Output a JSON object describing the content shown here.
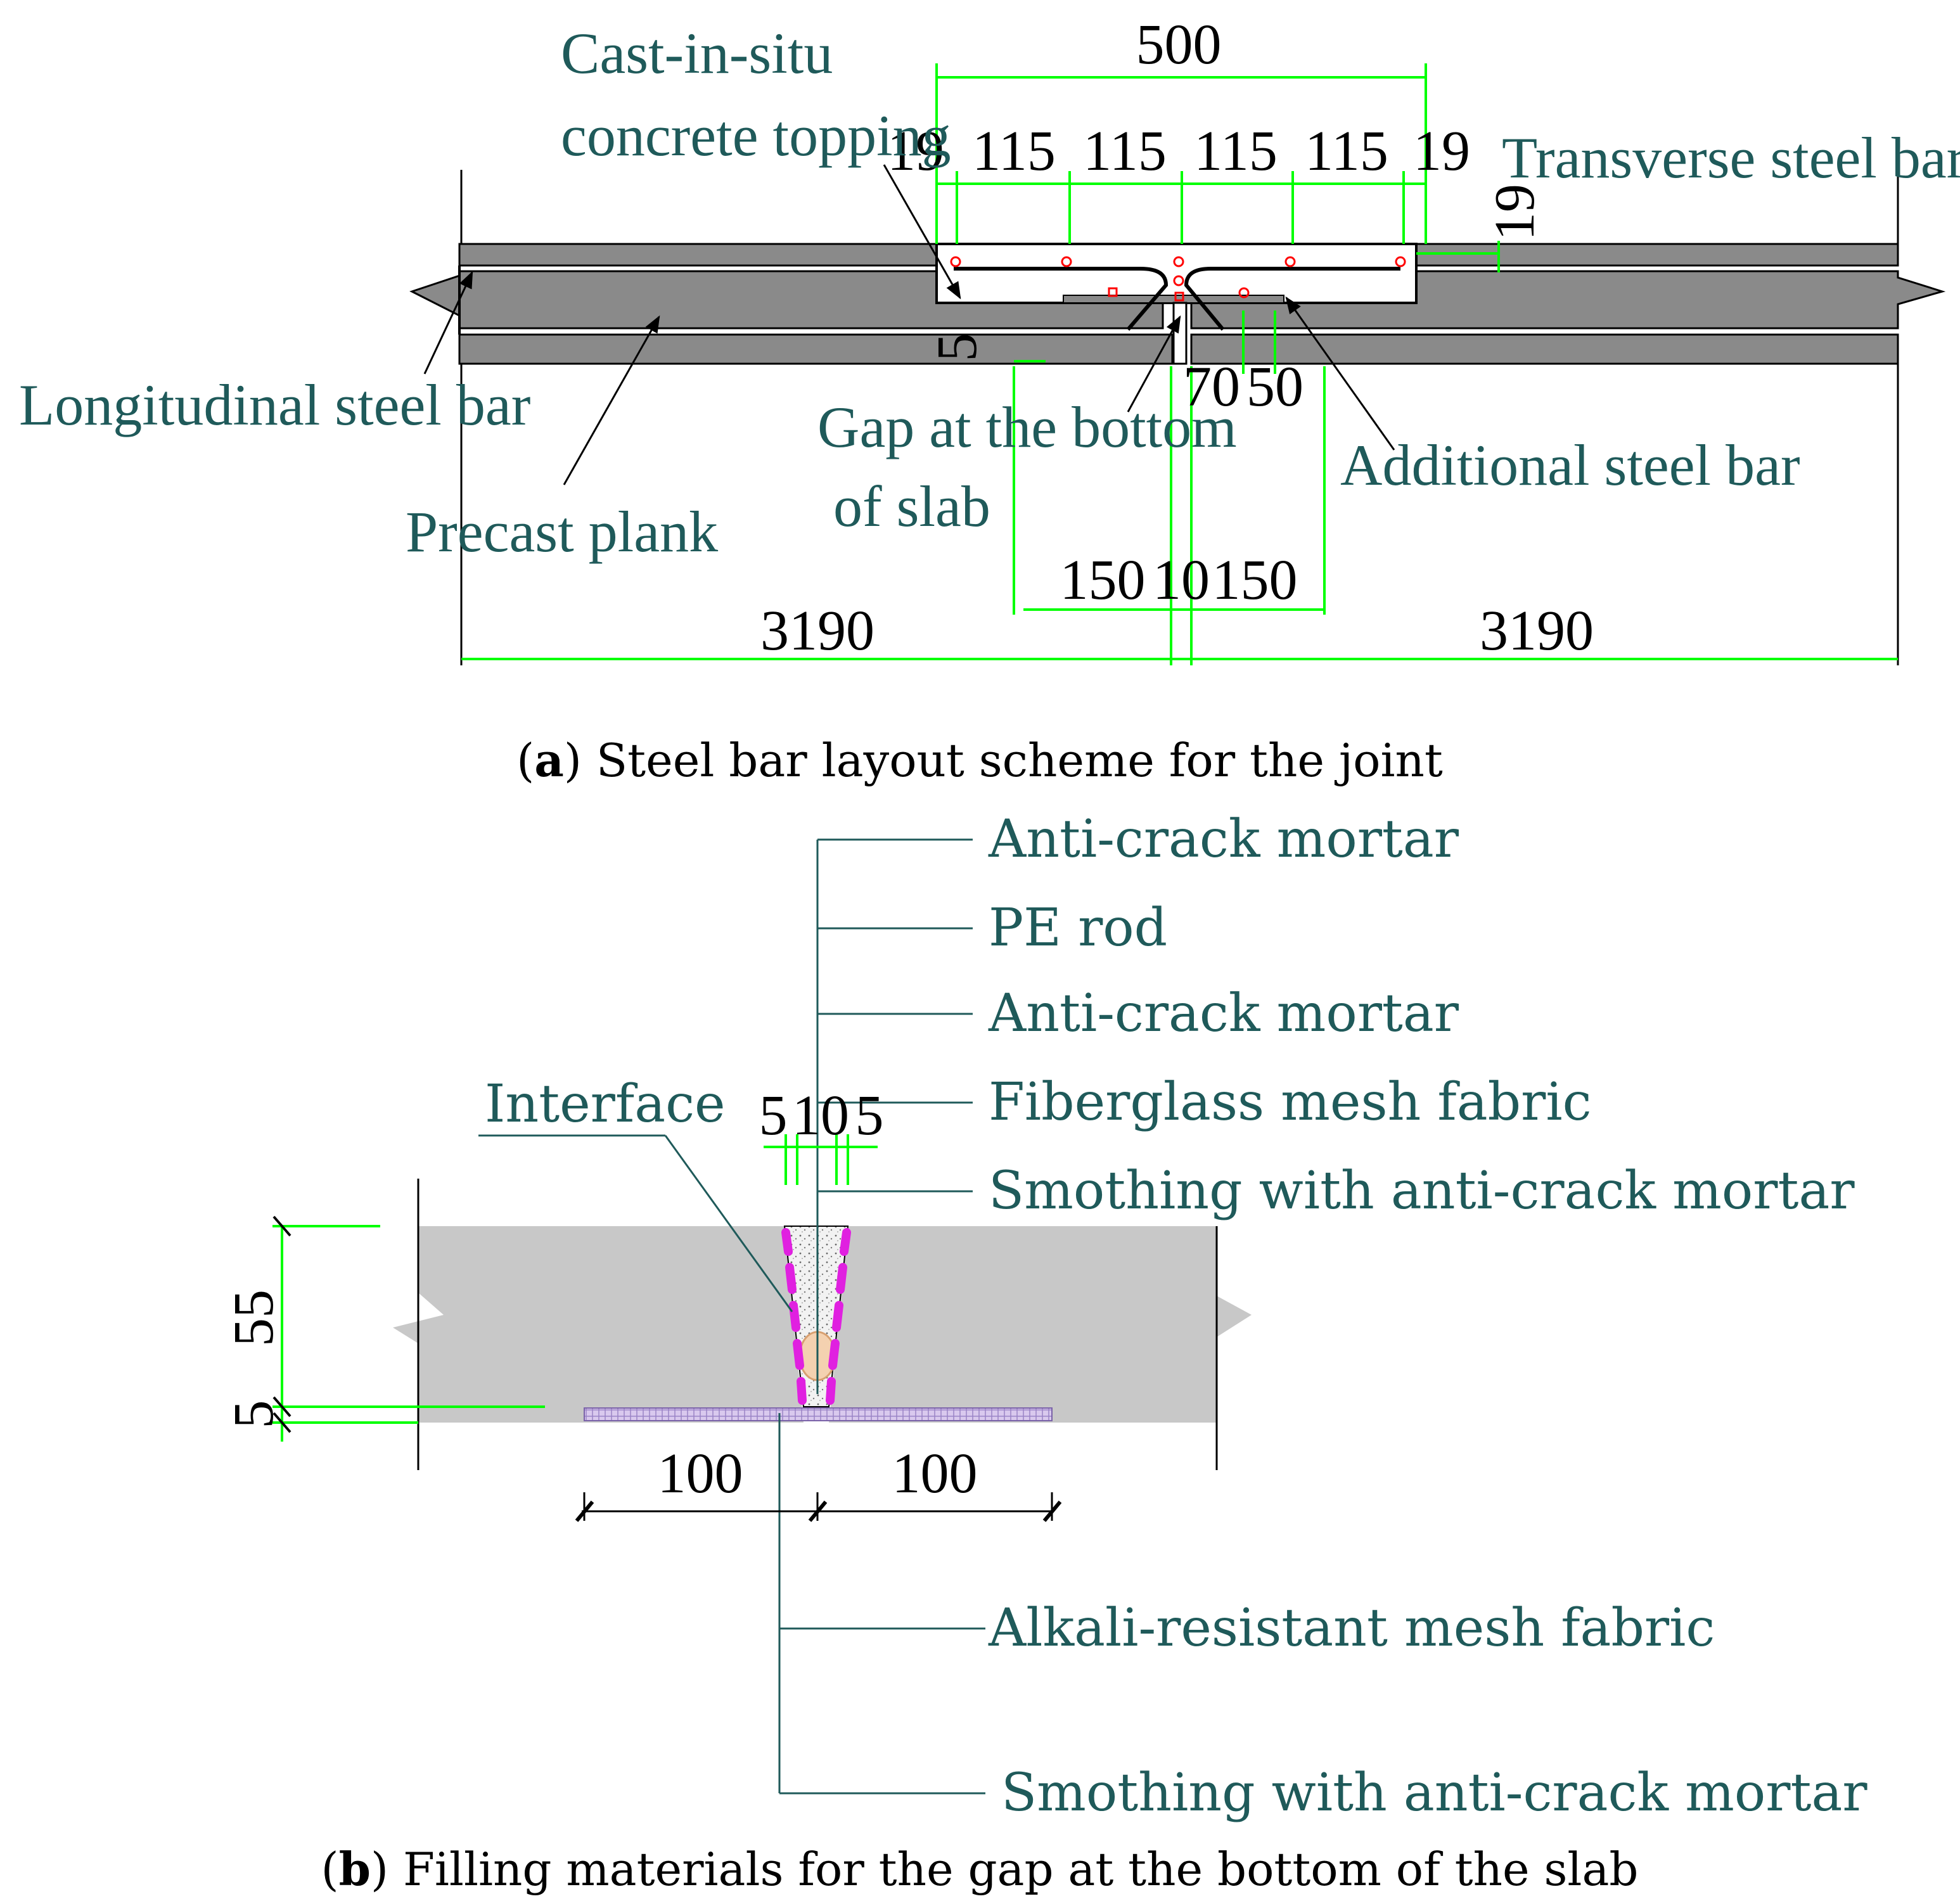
{
  "panel_a": {
    "labels": {
      "cast_line1": "Cast-in-situ",
      "cast_line2": "concrete topping",
      "transverse": "Transverse steel bar",
      "longitudinal": "Longitudinal steel bar",
      "precast": "Precast plank",
      "gap_line1": "Gap at the bottom",
      "gap_line2": "of slab",
      "additional": "Additional steel bar"
    },
    "dims": {
      "top_total": "500",
      "seg_19a": "19",
      "seg_115a": "115",
      "seg_115b": "115",
      "seg_115c": "115",
      "seg_115d": "115",
      "seg_19b": "19",
      "side_19": "19",
      "d5": "5",
      "d70": "70",
      "d50": "50",
      "d150a": "150",
      "d10": "10",
      "d150b": "150",
      "span_left": "3190",
      "span_right": "3190"
    },
    "caption_letter": "a",
    "caption_text": " Steel bar layout scheme for the joint"
  },
  "panel_b": {
    "labels": {
      "anti_crack_1": "Anti-crack mortar",
      "pe_rod": "PE rod",
      "anti_crack_2": "Anti-crack mortar",
      "fiberglass": "Fiberglass mesh fabric",
      "smoothing_top": "Smothing with anti-crack mortar",
      "interface": "Interface",
      "alkali": "Alkali-resistant mesh fabric",
      "smoothing_bottom": "Smothing with anti-crack mortar"
    },
    "dims": {
      "gap_5a": "5",
      "gap_10": "10",
      "gap_5b": "5",
      "v55": "55",
      "v5": "5",
      "h100a": "100",
      "h100b": "100"
    },
    "caption_letter": "b",
    "caption_text": " Filling materials for the gap at the bottom of the slab"
  },
  "colors": {
    "label_teal": "#1f5a5a",
    "dimension_green": "#00ff00",
    "slab_gray": "#8a8a8a",
    "rebar_red": "#ff0000",
    "mesh_magenta": "#e020e0"
  }
}
